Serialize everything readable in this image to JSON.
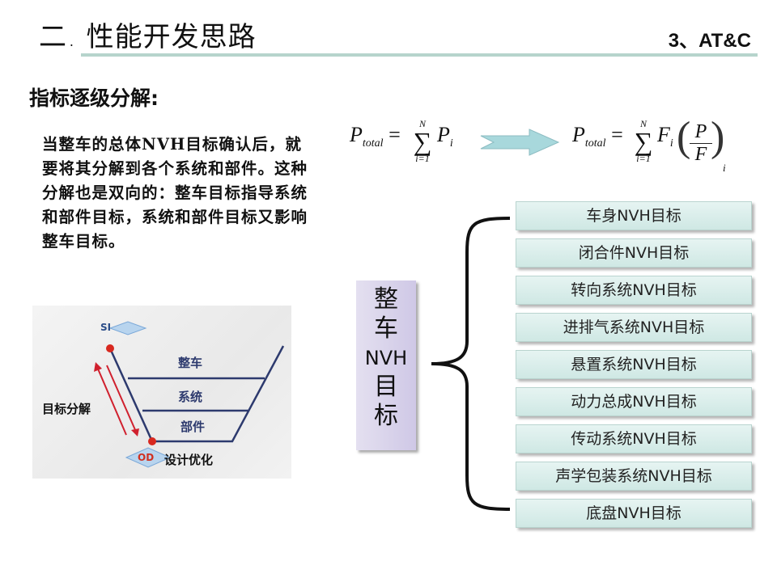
{
  "header": {
    "title": "二. 性能开发思路",
    "section": "3、AT&C"
  },
  "subtitle": "指标逐级分解:",
  "paragraph": "当整车的总体NVH目标确认后，就要将其分解到各个系统和部件。这种分解也是双向的：整车目标指导系统和部件目标，系统和部件目标又影响整车目标。",
  "v_diagram": {
    "si": "SI",
    "od": "OD",
    "od_label": "设计优化",
    "side_label": "目标分解",
    "levels": [
      "整车",
      "系统",
      "部件"
    ]
  },
  "formulas": {
    "left": {
      "lhs": "P",
      "lhs_sub": "total",
      "sum_top": "N",
      "sum_bottom": "i=1",
      "term": "P",
      "term_sub": "i"
    },
    "right": {
      "lhs": "P",
      "lhs_sub": "total",
      "sum_top": "N",
      "sum_bottom": "i=1",
      "term": "F",
      "term_sub": "i",
      "num": "P",
      "den": "F",
      "outer_sub": "i"
    }
  },
  "root_chars": [
    "整",
    "车",
    "NVH",
    "目",
    "标"
  ],
  "targets": [
    "车身NVH目标",
    "闭合件NVH目标",
    "转向系统NVH目标",
    "进排气系统NVH目标",
    "悬置系统NVH目标",
    "动力总成NVH目标",
    "传动系统NVH目标",
    "声学包装系统NVH目标",
    "底盘NVH目标"
  ]
}
